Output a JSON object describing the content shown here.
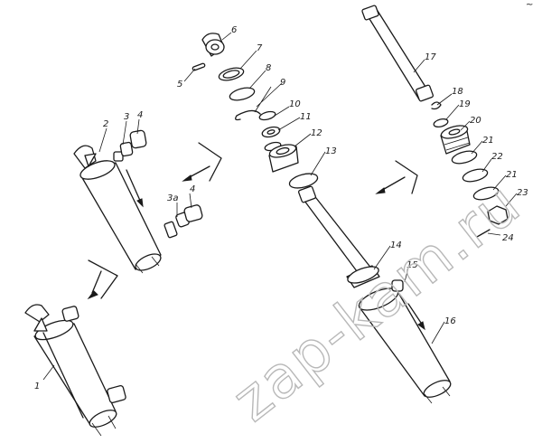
{
  "watermark": "zap-kam.ru",
  "corner_mark": "~",
  "labels": [
    "1",
    "2",
    "3",
    "3а",
    "4",
    "4",
    "5",
    "6",
    "7",
    "8",
    "9",
    "10",
    "11",
    "12",
    "13",
    "14",
    "15",
    "16",
    "17",
    "18",
    "19",
    "20",
    "21",
    "21",
    "22",
    "23",
    "24"
  ]
}
